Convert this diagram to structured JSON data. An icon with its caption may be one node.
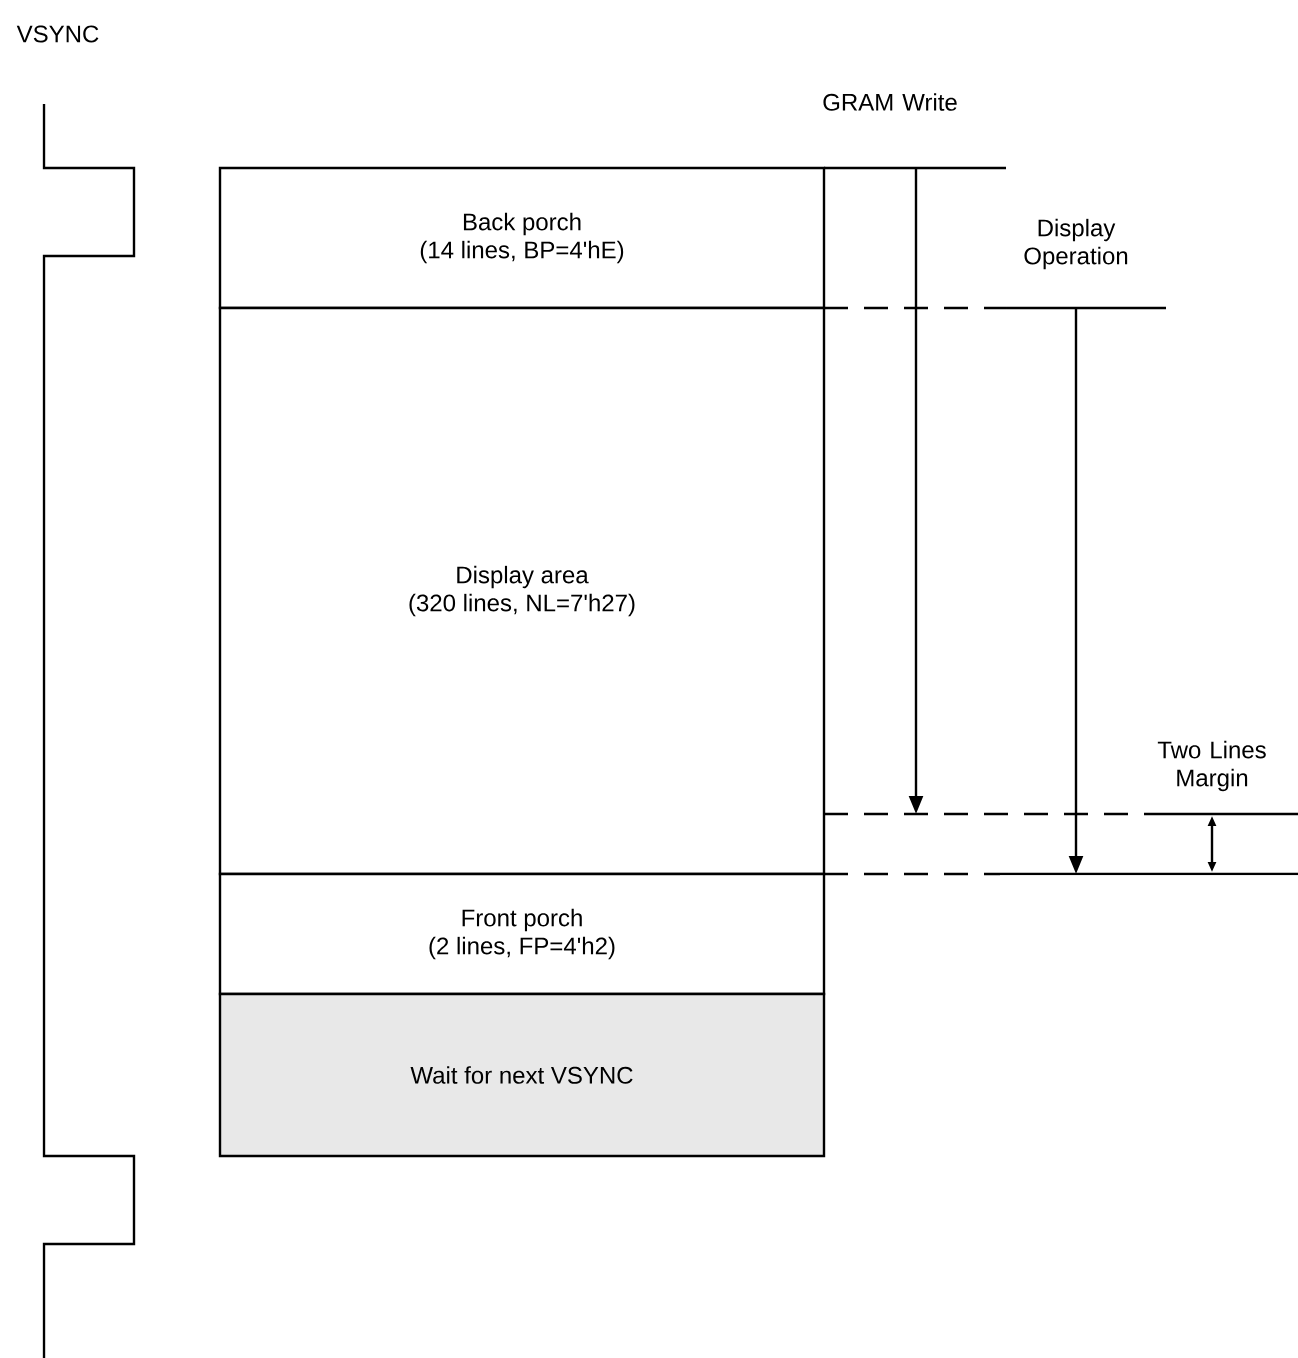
{
  "diagram": {
    "nodes": [
      {
        "text": [
          "Back porch",
          "(14 lines, BP=4'hE)"
        ]
      },
      {
        "text": [
          "Display area",
          "(320 lines, NL=7'h27)"
        ]
      },
      {
        "text": [
          "Front porch",
          "(2 lines, FP=4'h2)"
        ]
      },
      {
        "text": [
          "Wait for next VSYNC"
        ]
      }
    ],
    "labels": [
      "VSYNC",
      "GRAM Write",
      "Display Operation",
      "Two Lines Margin"
    ]
  }
}
